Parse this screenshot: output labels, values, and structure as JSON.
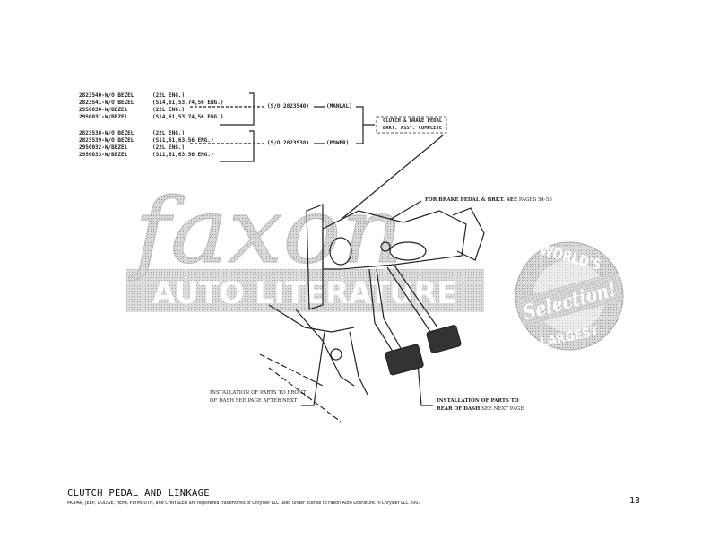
{
  "watermark": {
    "brand": "faxon",
    "band": "AUTO LITERATURE",
    "badge_top": "WORLD'S",
    "badge_middle": "Selection!",
    "badge_bottom": "LARGEST"
  },
  "parts": {
    "manual": [
      {
        "part": "2823540-W/O BEZEL",
        "note": "(22L ENG.)"
      },
      {
        "part": "2823541-W/O BEZEL",
        "note": "(S14,61,53,74,56 ENG.)"
      },
      {
        "part": "2950030-W/BEZEL",
        "note": "(22L ENG.)"
      },
      {
        "part": "2950031-W/BEZEL",
        "note": "(S14,61,53,74,56 ENG.)"
      }
    ],
    "power": [
      {
        "part": "2823538-W/O BEZEL",
        "note": "(22L ENG.)"
      },
      {
        "part": "2823539-W/O BEZEL",
        "note": "(S11,61,63.56 ENG.)"
      },
      {
        "part": "2950032-W/BEZEL",
        "note": "(22L ENG.)"
      },
      {
        "part": "2950033-W/BEZEL",
        "note": "(S11,61,63.56 ENG.)"
      }
    ],
    "manual_so": "(S/O 2823540)",
    "power_so": "(S/O 2823538)",
    "manual_label": "(MANUAL)",
    "power_label": "(POWER)",
    "assembly_line1": "CLUTCH & BRAKE PEDAL",
    "assembly_line2": "BRKT. ASSY. COMPLETE"
  },
  "callouts": {
    "brake_bold": "FOR BRAKE PEDAL & BRKT. SEE",
    "brake_pages": "PAGES 54-55",
    "front_line1": "INSTALLATION OF PARTS TO FRONT",
    "front_line2": "OF DASH SEE PAGE AFTER NEXT",
    "rear_bold1": "INSTALLATION OF PARTS TO",
    "rear_bold2": "REAR OF DASH",
    "rear_rest": "SEE NEXT PAGE"
  },
  "footer": {
    "title": "CLUTCH PEDAL AND LINKAGE",
    "legal": "MOPAR, JEEP, DODGE, HEMI, PLYMOUTH, and CHRYSLER are registered trademarks of Chrysler LLC used under license to Faxon Auto Literature. ©Chrysler LLC 2007",
    "page_number": "13"
  }
}
